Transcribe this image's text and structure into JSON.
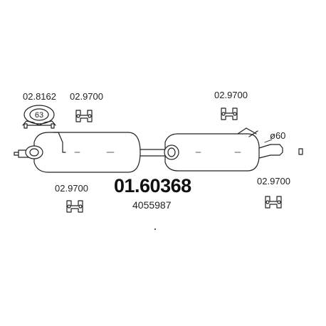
{
  "part_numbers": {
    "clamp": "02.8162",
    "hanger_top_left": "02.9700",
    "hanger_top_right": "02.9700",
    "hanger_bottom_left": "02.9700",
    "hanger_bottom_right": "02.9700"
  },
  "clamp_size": "63",
  "main_part_number": "01.60368",
  "oem_number": "4055987",
  "pipe_diameter": "ø60",
  "colors": {
    "line": "#222222",
    "background": "#ffffff"
  }
}
